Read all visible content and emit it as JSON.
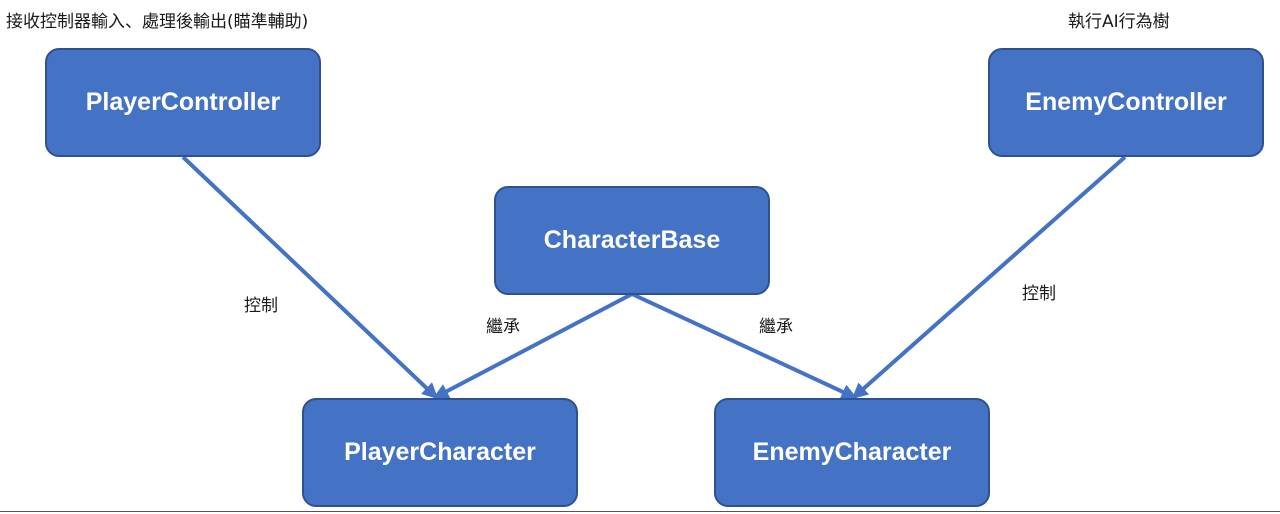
{
  "annotations": {
    "player_note": "接收控制器輸入、處理後輸出(瞄準輔助)",
    "enemy_note": "執行AI行為樹"
  },
  "nodes": {
    "player_controller": "PlayerController",
    "enemy_controller": "EnemyController",
    "character_base": "CharacterBase",
    "player_character": "PlayerCharacter",
    "enemy_character": "EnemyCharacter"
  },
  "edges": {
    "player_control_label": "控制",
    "enemy_control_label": "控制",
    "inherit_player_label": "繼承",
    "inherit_enemy_label": "繼承"
  },
  "colors": {
    "node_fill": "#4472c4",
    "node_border": "#2f528f",
    "arrow": "#4472c4",
    "node_text": "#ffffff"
  }
}
